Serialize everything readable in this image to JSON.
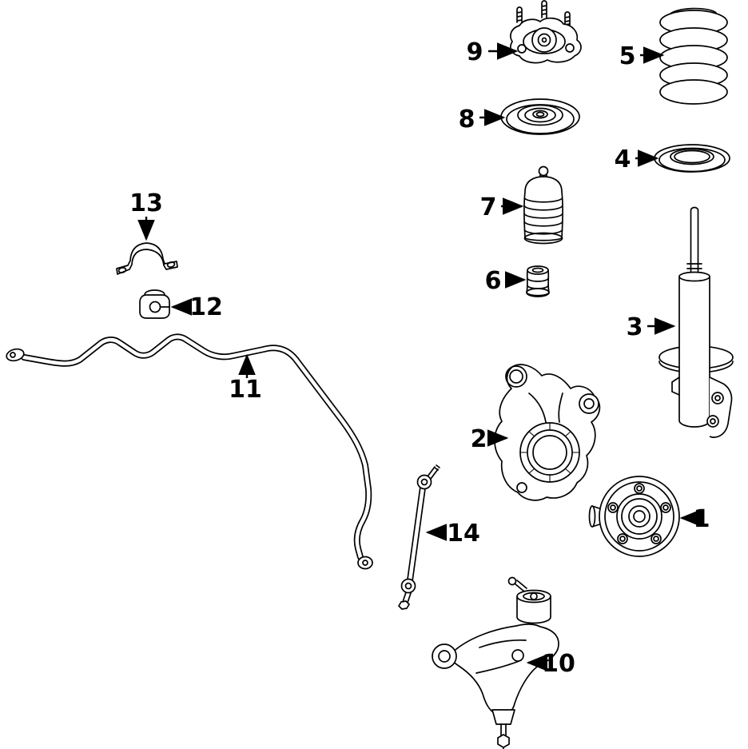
{
  "diagram": {
    "background": "#ffffff",
    "line_color": "#000000",
    "parts": [
      {
        "number": "1"
      },
      {
        "number": "2"
      },
      {
        "number": "3"
      },
      {
        "number": "4"
      },
      {
        "number": "5"
      },
      {
        "number": "6"
      },
      {
        "number": "7"
      },
      {
        "number": "8"
      },
      {
        "number": "9"
      },
      {
        "number": "10"
      },
      {
        "number": "11"
      },
      {
        "number": "12"
      },
      {
        "number": "13"
      },
      {
        "number": "14"
      }
    ]
  }
}
